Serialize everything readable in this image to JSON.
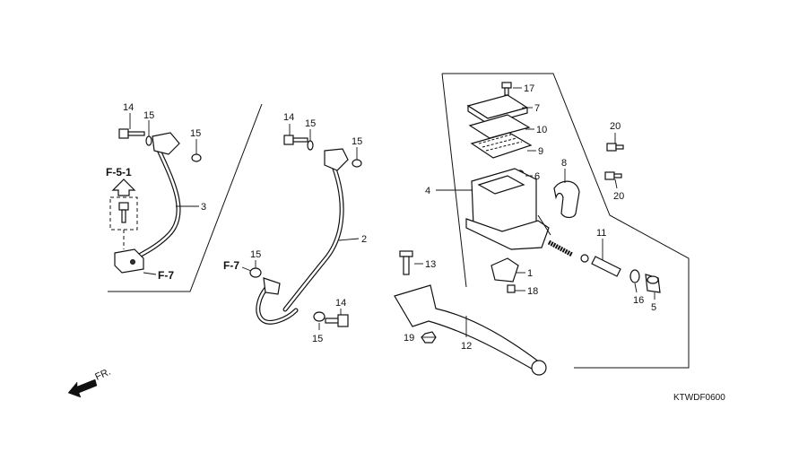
{
  "labels": {
    "p1": "1",
    "p2": "2",
    "p3": "3",
    "p4": "4",
    "p5": "5",
    "p6": "6",
    "p7": "7",
    "p8": "8",
    "p9": "9",
    "p10": "10",
    "p11": "11",
    "p12": "12",
    "p13": "13",
    "p14a": "14",
    "p14b": "14",
    "p14c": "14",
    "p15a": "15",
    "p15b": "15",
    "p15c": "15",
    "p15d": "15",
    "p15e": "15",
    "p15f": "15",
    "p16": "16",
    "p17": "17",
    "p18": "18",
    "p19": "19",
    "p20a": "20",
    "p20b": "20"
  },
  "refs": {
    "f51": "F-5-1",
    "f7_left": "F-7",
    "f7_mid": "F-7"
  },
  "direction": "FR.",
  "code": "KTWDF0600"
}
